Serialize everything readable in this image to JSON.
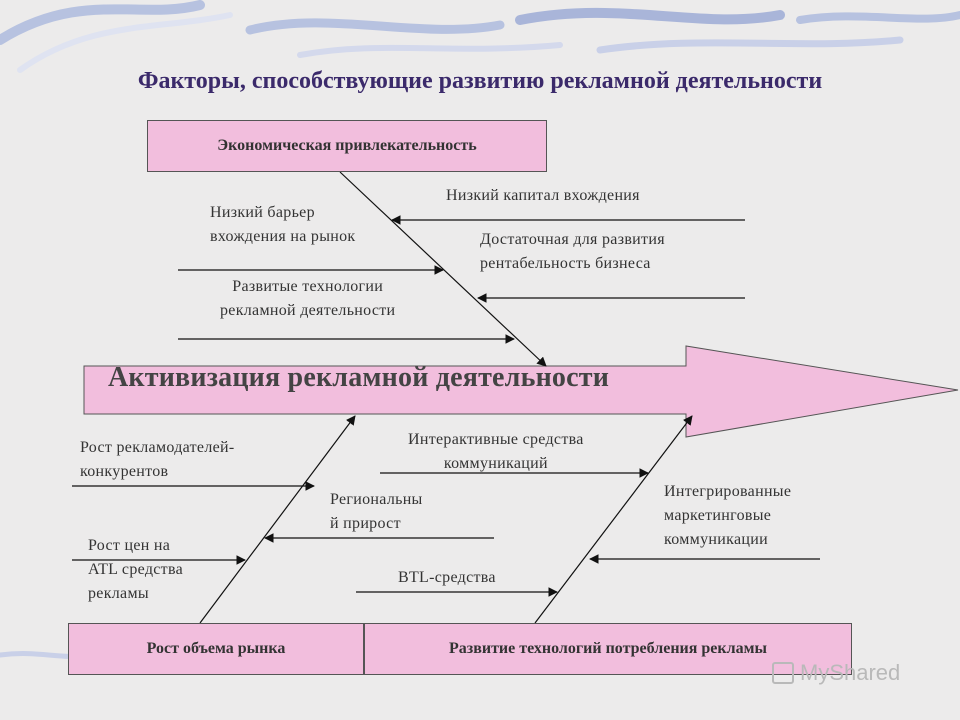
{
  "title": "Факторы, способствующие развитию рекламной деятельности",
  "boxes": {
    "economic": "Экономическая привлекательность",
    "market": "Рост объема рынка",
    "tech": "Развитие технологий потребления рекламы"
  },
  "main_arrow": "Активизация рекламной деятельности",
  "factors": {
    "low_barrier": "Низкий барьер\nвхождения на рынок",
    "low_capital": "Низкий капитал вхождения",
    "profitability": "Достаточная для развития\nрентабельность бизнеса",
    "tech_dev": "Развитые технологии\nрекламной деятельности",
    "competitors": "Рост рекламодателей-\nконкурентов",
    "interactive": "Интерактивные средства\nкоммуникаций",
    "regional": "Региональны\nй прирост",
    "atl_prices": "Рост цен на\nATL средства\nрекламы",
    "btl": "BTL-средства",
    "imc": "Интегрированные\nмаркетинговые\nкоммуникации"
  },
  "watermark": "MyShared",
  "colors": {
    "box_fill": "#f2bedd",
    "title": "#3b2a6b",
    "line": "#111111"
  }
}
